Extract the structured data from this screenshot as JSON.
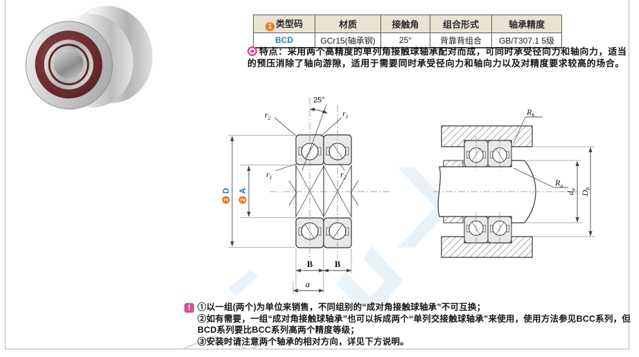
{
  "table": {
    "badge": "1",
    "headers": [
      "类型码",
      "材质",
      "接触角",
      "组合形式",
      "轴承精度"
    ],
    "row": {
      "type_code": "BCD",
      "material": "GCr15(轴承钢)",
      "contact_angle": "25°",
      "combination": "背靠背组合",
      "precision": "GB/T307.1 5级"
    },
    "colors": {
      "header_bg": "#eae3d1",
      "type_code": "#1b7ec2",
      "badge_orange": "#e87a1e"
    }
  },
  "features": {
    "label": "特点：",
    "text": "采用两个高精度的单列角接触球轴承配对而成，可同时承受径向力和轴向力，适当的预压消除了轴向游隙，适用于需要同时承受径向力和轴向力以及对精度要求较高的场合。",
    "icon_color": "#d84592"
  },
  "notes": {
    "icon": "!",
    "icon_color": "#dc5097",
    "items": [
      "①以一组(两个)为单位来销售，不同组别的“成对角接触球轴承”不可互换；",
      "②如有需要，一组“成对角接触球轴承”也可以拆成两个“单列交接触球轴承”来使用，使用方法参见BCC系列，但BCD系列要比BCC系列高两个精度等级；",
      "③安装时请注意两个轴承的相对方向，详见下方说明。"
    ]
  },
  "diagram": {
    "angle": "25°",
    "r1": {
      "base": "r",
      "sub": "1"
    },
    "r2": {
      "base": "r",
      "sub": "2"
    },
    "D": {
      "num": "3",
      "letter": "D"
    },
    "A": {
      "num": "2",
      "letter": "A"
    },
    "B": "B",
    "a": "a",
    "Ra": {
      "base": "R",
      "sub": "a"
    },
    "Rb": {
      "base": "R",
      "sub": "b"
    },
    "da": {
      "base": "d",
      "sub": "a"
    },
    "Db": {
      "base": "D",
      "sub": "b"
    }
  }
}
